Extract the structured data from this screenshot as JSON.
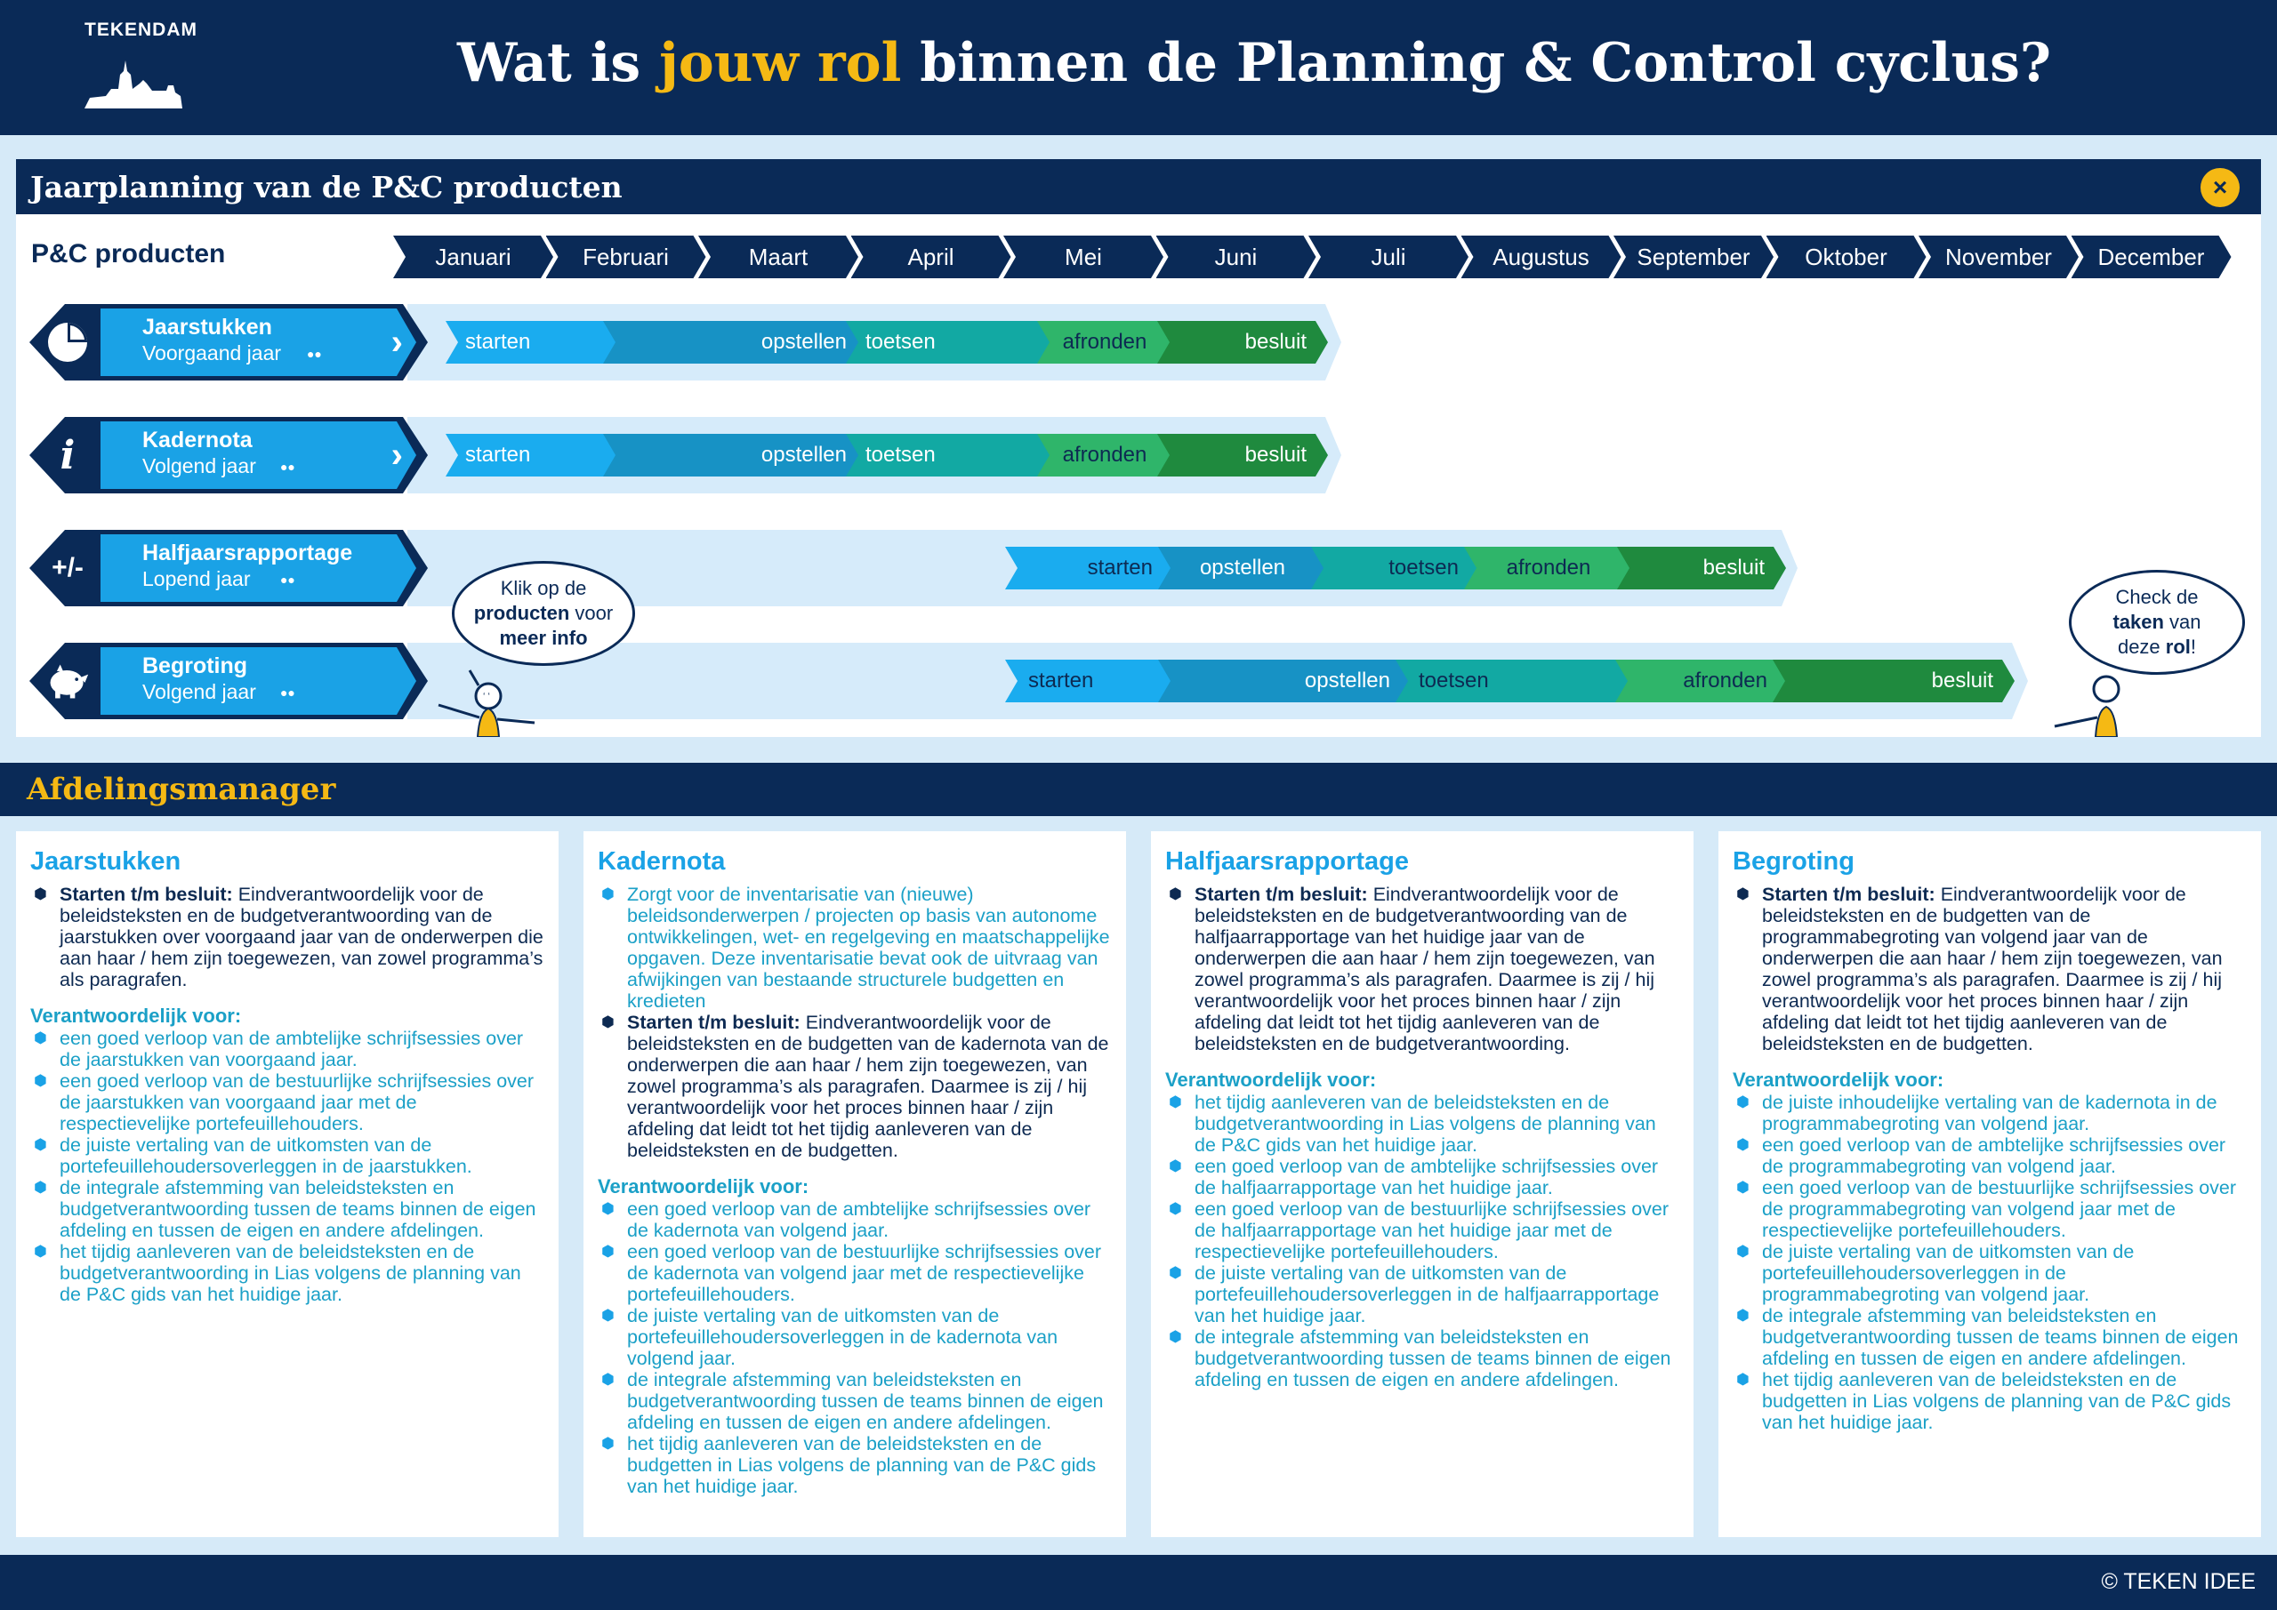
{
  "header": {
    "logo_text": "TEKENDAM",
    "title_pre": "Wat is ",
    "title_highlight": "jouw rol",
    "title_post": " binnen de Planning & Control cyclus?"
  },
  "planning": {
    "title": "Jaarplanning van de P&C producten",
    "close_icon": "×",
    "products_label": "P&C producten",
    "months": [
      "Januari",
      "Februari",
      "Maart",
      "April",
      "Mei",
      "Juni",
      "Juli",
      "Augustus",
      "September",
      "Oktober",
      "November",
      "December"
    ],
    "products": [
      {
        "name": "Jaarstukken",
        "sub": "Voorgaand jaar",
        "icon": "pie-chart-icon",
        "phases": [
          "starten",
          "opstellen",
          "toetsen",
          "afronden",
          "besluit"
        ]
      },
      {
        "name": "Kadernota",
        "sub": "Volgend jaar",
        "icon": "info-icon",
        "phases": [
          "starten",
          "opstellen",
          "toetsen",
          "afronden",
          "besluit"
        ]
      },
      {
        "name": "Halfjaarsrapportage",
        "sub": "Lopend jaar",
        "icon": "plus-minus-icon",
        "icon_text": "+/-",
        "phases": [
          "starten",
          "opstellen",
          "toetsen",
          "afronden",
          "besluit"
        ]
      },
      {
        "name": "Begroting",
        "sub": "Volgend jaar",
        "icon": "piggy-bank-icon",
        "phases": [
          "starten",
          "opstellen",
          "toetsen",
          "afronden",
          "besluit"
        ]
      }
    ],
    "bubble_left": {
      "l1": "Klik op de",
      "l2b": "producten",
      "l2": " voor",
      "l3b": "meer info"
    },
    "bubble_right": {
      "l1": "Check de",
      "l2b": "taken",
      "l2": " van",
      "l3": "deze ",
      "l3b": "rol",
      "l3e": "!"
    }
  },
  "role": {
    "title": "Afdelingsmanager"
  },
  "columns": [
    {
      "title": "Jaarstukken",
      "intro": [
        {
          "bold": "Starten t/m besluit:",
          "text": " Eindverantwoordelijk voor de beleidsteksten en de budgetverantwoording van de jaarstukken over voorgaand jaar van de onderwerpen die aan haar / hem zijn toegewezen, van zowel programma’s als paragrafen."
        }
      ],
      "resp_label": "Verantwoordelijk voor:",
      "resp": [
        "een goed verloop van de ambtelijke schrijfsessies over de jaarstukken van voorgaand jaar.",
        "een goed verloop van de bestuurlijke schrijfsessies over de jaarstukken van voorgaand jaar met de respectievelijke portefeuillehouders.",
        "de juiste vertaling van de uitkomsten van de portefeuillehoudersoverleggen in de jaarstukken.",
        "de integrale afstemming van beleidsteksten en budgetverantwoording tussen de teams binnen de eigen afdeling en tussen de eigen en andere afdelingen.",
        "het tijdig aanleveren van de beleidsteksten en de budgetverantwoording in Lias volgens de planning van de  P&C gids van het huidige jaar."
      ]
    },
    {
      "title": "Kadernota",
      "pre": "Zorgt voor de inventarisatie van (nieuwe) beleidsonderwerpen / projecten op basis van autonome ontwikkelingen, wet- en regelgeving en maatschappelijke opgaven. Deze inventarisatie bevat ook de uitvraag van afwijkingen van bestaande structurele budgetten en kredieten",
      "intro": [
        {
          "bold": "Starten t/m besluit:",
          "text": " Eindverantwoordelijk voor de beleidsteksten en de budgetten van de kadernota van de onderwerpen die aan haar / hem zijn toegewezen, van zowel programma’s als paragrafen. Daarmee is zij / hij verantwoordelijk voor het proces binnen haar / zijn afdeling dat leidt tot het tijdig aanleveren van de beleidsteksten en de budgetten."
        }
      ],
      "resp_label": "Verantwoordelijk voor:",
      "resp": [
        "een goed verloop van de ambtelijke schrijfsessies over de kadernota van volgend jaar.",
        "een goed verloop van de bestuurlijke schrijfsessies over de kadernota van volgend jaar met de respectievelijke portefeuillehouders.",
        "de juiste vertaling van de uitkomsten van de portefeuillehoudersoverleggen in de kadernota van volgend jaar.",
        "de integrale afstemming van beleidsteksten en budgetverantwoording tussen de teams binnen de eigen afdeling en tussen de eigen en andere afdelingen.",
        "het tijdig aanleveren van de beleidsteksten en de budgetten in Lias volgens de planning van de P&C gids van het huidige jaar."
      ]
    },
    {
      "title": "Halfjaarsrapportage",
      "intro": [
        {
          "bold": "Starten t/m besluit:",
          "text": " Eindverantwoordelijk voor de beleidsteksten en de budgetverantwoording van de halfjaarrapportage van het huidige jaar van de onderwerpen die aan haar / hem zijn toegewezen, van zowel programma’s als paragrafen. Daarmee is zij / hij verantwoordelijk voor het proces binnen haar / zijn afdeling dat leidt tot het tijdig aanleveren van de beleidsteksten en de budgetverantwoording."
        }
      ],
      "resp_label": "Verantwoordelijk voor:",
      "resp": [
        "het tijdig aanleveren van de beleidsteksten en de budgetverantwoording in Lias volgens de planning van de P&C gids van het huidige jaar.",
        "een goed verloop van de ambtelijke schrijfsessies over de halfjaarrapportage van het huidige jaar.",
        "een goed verloop van de bestuurlijke schrijfsessies over de halfjaarrapportage van het huidige jaar met de respectievelijke portefeuillehouders.",
        "de juiste vertaling van de uitkomsten van de portefeuillehoudersoverleggen in de halfjaarrapportage van het huidige jaar.",
        "de integrale afstemming van beleidsteksten en budgetverantwoording tussen de teams binnen de eigen afdeling en tussen de eigen en andere afdelingen."
      ]
    },
    {
      "title": "Begroting",
      "intro": [
        {
          "bold": "Starten t/m besluit:",
          "text": " Eindverantwoordelijk voor de beleidsteksten en de budgetten van de programmabegroting van volgend jaar van de onderwerpen die aan haar / hem zijn toegewezen, van zowel programma’s als paragrafen. Daarmee is zij / hij verantwoordelijk voor het proces binnen haar / zijn afdeling dat leidt tot het tijdig aanleveren van de beleidsteksten en de budgetten."
        }
      ],
      "resp_label": "Verantwoordelijk voor:",
      "resp": [
        "de juiste inhoudelijke vertaling van de kadernota in de programmabegroting van volgend jaar.",
        "een goed verloop van de ambtelijke schrijfsessies over de programmabegroting van volgend jaar.",
        "een goed verloop van de bestuurlijke schrijfsessies over de programmabegroting van volgend jaar met de  respectievelijke portefeuillehouders.",
        "de juiste vertaling van de uitkomsten van de portefeuillehoudersoverleggen in de programmabegroting van volgend jaar.",
        "de integrale afstemming van beleidsteksten en budgetverantwoording tussen de teams binnen de eigen afdeling en tussen de eigen en andere afdelingen.",
        "het tijdig aanleveren van de beleidsteksten en de budgetten in Lias volgens de planning van de P&C gids van het huidige jaar."
      ]
    }
  ],
  "footer": {
    "text": "© TEKEN IDEE"
  }
}
